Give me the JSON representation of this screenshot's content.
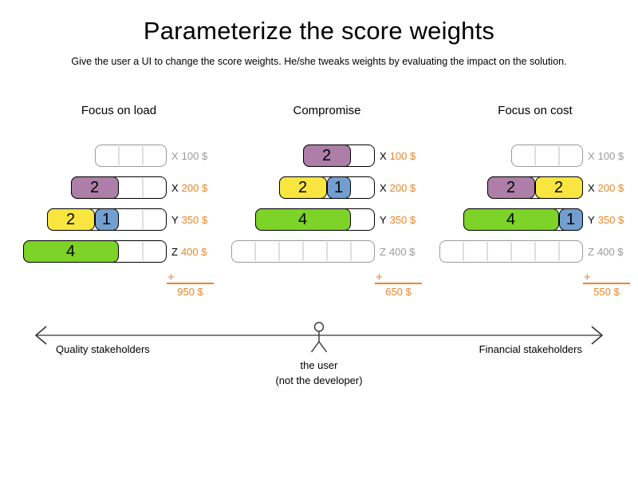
{
  "slide": {
    "title": "Parameterize the score weights",
    "subtitle": "Give the user a UI to change the score weights. He/she tweaks weights by evaluating the impact on the solution."
  },
  "colors": {
    "purple": "#ad7fa8",
    "yellow": "#f8e540",
    "blue": "#729fcf",
    "green": "#7dd327",
    "orange": "#e8862d",
    "gray": "#9a9a9a"
  },
  "plus_sign": "+",
  "panels": [
    {
      "title": "Focus on load",
      "total": "950 $",
      "rows": [
        {
          "letter": "X",
          "price": "100 $",
          "units": 3,
          "blocks": []
        },
        {
          "letter": "X",
          "price": "200 $",
          "units": 4,
          "blocks": [
            {
              "value": 2,
              "color": "purple"
            }
          ]
        },
        {
          "letter": "Y",
          "price": "350 $",
          "units": 5,
          "blocks": [
            {
              "value": 2,
              "color": "yellow"
            },
            {
              "value": 1,
              "color": "blue"
            }
          ]
        },
        {
          "letter": "Z",
          "price": "400 $",
          "units": 6,
          "blocks": [
            {
              "value": 4,
              "color": "green"
            }
          ]
        }
      ]
    },
    {
      "title": "Compromise",
      "total": "650 $",
      "rows": [
        {
          "letter": "X",
          "price": "100 $",
          "units": 3,
          "blocks": [
            {
              "value": 2,
              "color": "purple"
            }
          ]
        },
        {
          "letter": "X",
          "price": "200 $",
          "units": 4,
          "blocks": [
            {
              "value": 2,
              "color": "yellow"
            },
            {
              "value": 1,
              "color": "blue"
            }
          ]
        },
        {
          "letter": "Y",
          "price": "350 $",
          "units": 5,
          "blocks": [
            {
              "value": 4,
              "color": "green"
            }
          ]
        },
        {
          "letter": "Z",
          "price": "400 $",
          "units": 6,
          "blocks": []
        }
      ]
    },
    {
      "title": "Focus on cost",
      "total": "550 $",
      "rows": [
        {
          "letter": "X",
          "price": "100 $",
          "units": 3,
          "blocks": []
        },
        {
          "letter": "X",
          "price": "200 $",
          "units": 4,
          "blocks": [
            {
              "value": 2,
              "color": "purple"
            },
            {
              "value": 2,
              "color": "yellow"
            }
          ]
        },
        {
          "letter": "Y",
          "price": "350 $",
          "units": 5,
          "blocks": [
            {
              "value": 4,
              "color": "green"
            },
            {
              "value": 1,
              "color": "blue"
            }
          ]
        },
        {
          "letter": "Z",
          "price": "400 $",
          "units": 6,
          "blocks": []
        }
      ]
    }
  ],
  "axis": {
    "left_label": "Quality stakeholders",
    "right_label": "Financial stakeholders"
  },
  "actor": {
    "caption_line1": "the user",
    "caption_line2": "(not the developer)"
  }
}
